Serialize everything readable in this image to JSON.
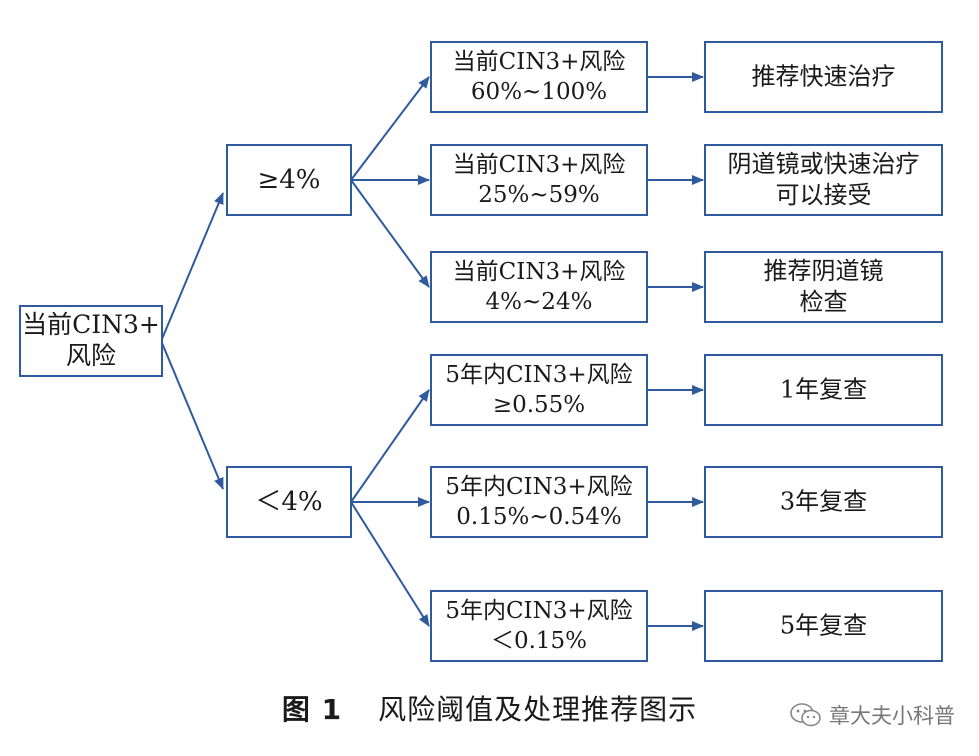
{
  "nodes": {
    "root": [
      "当前CIN3+",
      "风险"
    ],
    "high": [
      "≥4%"
    ],
    "low": [
      "＜4%"
    ],
    "risk": [
      [
        "当前CIN3+风险",
        "60%~100%"
      ],
      [
        "当前CIN3+风险",
        "25%~59%"
      ],
      [
        "当前CIN3+风险",
        "4%~24%"
      ],
      [
        "5年内CIN3+风险",
        "≥0.55%"
      ],
      [
        "5年内CIN3+风险",
        "0.15%~0.54%"
      ],
      [
        "5年内CIN3+风险",
        "＜0.15%"
      ]
    ],
    "action": [
      [
        "推荐快速治疗"
      ],
      [
        "阴道镜或快速治疗",
        "可以接受"
      ],
      [
        "推荐阴道镜",
        "检查"
      ],
      [
        "1年复查"
      ],
      [
        "3年复查"
      ],
      [
        "5年复查"
      ]
    ]
  },
  "caption": {
    "figure_number": "图 1",
    "title": "风险阈值及处理推荐图示"
  },
  "watermark": {
    "icon": "wechat-icon",
    "text": "章大夫小科普"
  },
  "colors": {
    "accent": "#2f5a9e"
  }
}
